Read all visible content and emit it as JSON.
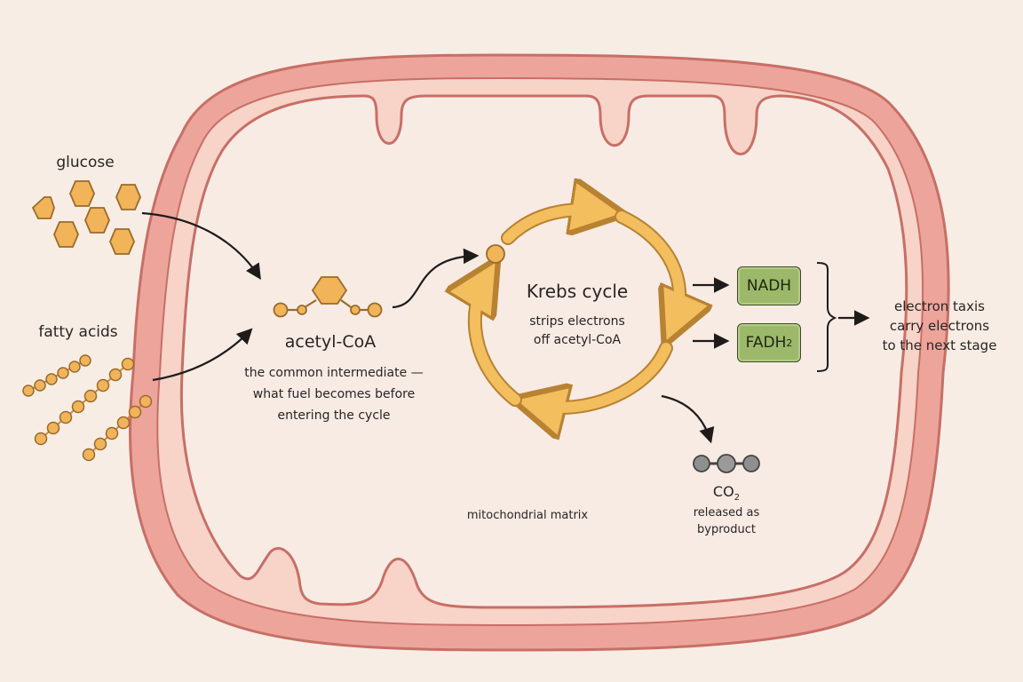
{
  "inputs": {
    "glucose": "glucose",
    "fatty_acids": "fatty acids"
  },
  "acetyl": {
    "title": "acetyl-CoA",
    "desc_lines": [
      "the common intermediate —",
      "what fuel becomes before",
      "entering the cycle"
    ]
  },
  "krebs": {
    "title": "Krebs cycle",
    "desc_lines": [
      "strips electrons",
      "off acetyl-CoA"
    ]
  },
  "carriers": {
    "nadh": "NADH",
    "fadh_main": "FADH",
    "fadh_sub": "2"
  },
  "electron_taxis": {
    "lines": [
      "electron taxis",
      "carry electrons",
      "to the next stage"
    ]
  },
  "co2": {
    "main": "CO",
    "sub": "2",
    "lines": [
      "released as",
      "byproduct"
    ]
  },
  "matrix_label": "mitochondrial matrix",
  "colors": {
    "background": "#f8ede4",
    "membrane": "#eda49b",
    "molecule": "#f1b458",
    "cycle_arrow": "#f3be5e",
    "carrier_box": "#9cb86a",
    "co2_atom": "#8f8f8f"
  }
}
